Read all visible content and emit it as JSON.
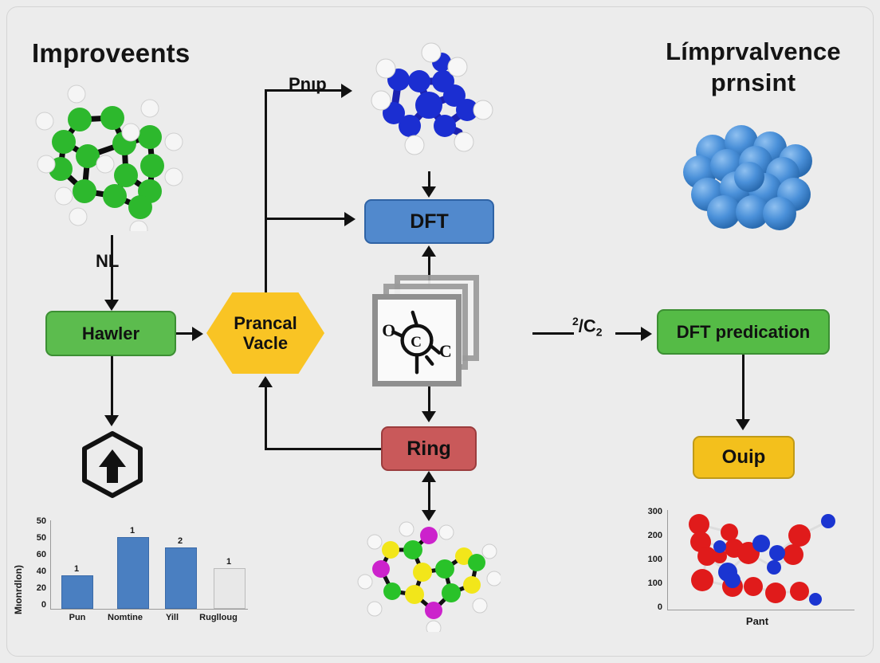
{
  "titles": {
    "left": "Improveents",
    "right": "Límprvalvence\nprnsint"
  },
  "nodes": {
    "hawler": "Hawler",
    "prancal_line1": "Prancal",
    "prancal_line2": "Vacle",
    "dft": "DFT",
    "ring": "Ring",
    "dft_predication": "DFT predication",
    "ouip": "Ouip"
  },
  "edge_labels": {
    "nl": "NL",
    "pnip": "Pnıp",
    "c2_sup": "2",
    "c2_mid": "/C",
    "c2_sub": "2"
  },
  "doc_sketch": {
    "atom_o": "O",
    "atom_c_center": "C",
    "atom_c_right": "C"
  },
  "icons": {
    "hex_arrow": "hexagon-up-arrow-icon",
    "doc_stack": "document-stack-icon",
    "molecule_green": "green-molecule-icon",
    "molecule_blue": "blue-molecule-icon",
    "molecule_multi": "multicolor-molecule-icon",
    "cluster_blue": "blue-nanocluster-icon"
  },
  "colors": {
    "background": "#ececec",
    "green_node": "#5cbc4e",
    "green_node2": "#55bb46",
    "blue_node": "#5189cd",
    "red_node": "#c9595a",
    "yellow_node": "#f3c01c",
    "hex_node": "#f9c424",
    "bar_blue": "#4a7fc1",
    "bar_gray": "#e8e8e8",
    "text": "#111111"
  },
  "watermark": "",
  "chart_data": [
    {
      "type": "bar",
      "id": "chart-left",
      "title": "",
      "xlabel": "",
      "ylabel": "Mıonrdlon)",
      "categories": [
        "Pun",
        "Nomtine",
        "Yill",
        "Ruglloug"
      ],
      "values": [
        29,
        63,
        54,
        35
      ],
      "bar_labels": [
        "1",
        "1",
        "2",
        "1"
      ],
      "bar_colors": [
        "#4a7fc1",
        "#4a7fc1",
        "#4a7fc1",
        "#e8e8e8"
      ],
      "yticks": [
        "50",
        "50",
        "60",
        "40",
        "20",
        "0"
      ],
      "ylim": [
        0,
        80
      ],
      "grid": false,
      "legend": "none"
    },
    {
      "type": "scatter",
      "id": "chart-right",
      "title": "",
      "xlabel": "Pant",
      "ylabel": "",
      "yticks": [
        "300",
        "200",
        "100",
        "100",
        "0"
      ],
      "ylim": [
        0,
        300
      ],
      "grid": false,
      "legend": "none",
      "overlay": "molecule-red-blue-lattice",
      "points_red": 14,
      "points_blue": 8
    }
  ]
}
